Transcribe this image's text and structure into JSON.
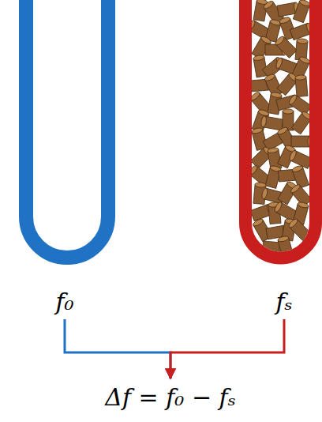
{
  "diagram": {
    "nodes": [
      {
        "text": [
          "f₀"
        ]
      },
      {
        "text": [
          "fₛ"
        ]
      },
      {
        "text": [
          "Δf = f₀ − fₛ"
        ]
      }
    ],
    "edges": [
      {
        "from": 0,
        "to": 2,
        "arrow": "to"
      },
      {
        "from": 1,
        "to": 2,
        "arrow": "to"
      }
    ]
  }
}
